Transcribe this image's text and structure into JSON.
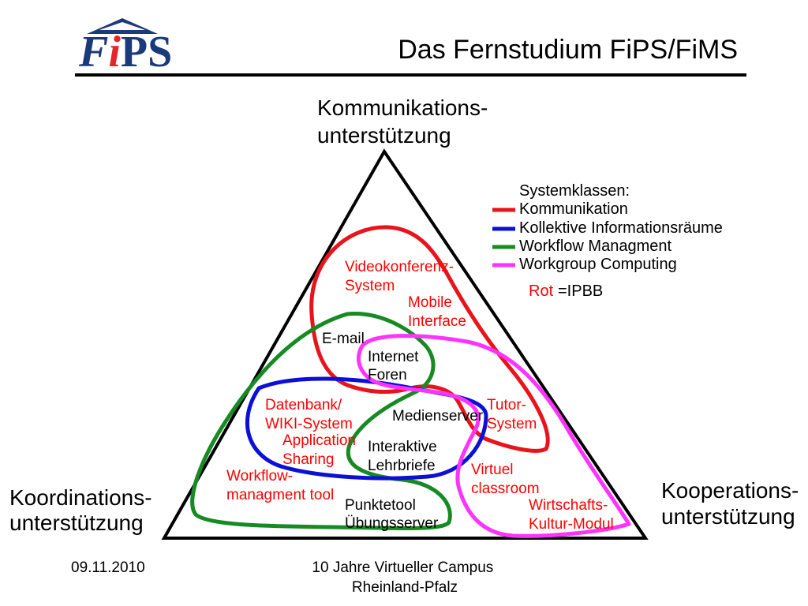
{
  "logo": {
    "part1": "F",
    "part2": "i",
    "part3": "PS",
    "color": "#1b3a7a",
    "accent": "#e3262d"
  },
  "title": "Das Fernstudium FiPS/FiMS",
  "corners": {
    "top": {
      "line1": "Kommunikations-",
      "line2": "unterstützung"
    },
    "left": {
      "line1": "Koordinations-",
      "line2": "unterstützung"
    },
    "right": {
      "line1": "Kooperations-",
      "line2": "unterstützung"
    }
  },
  "legend": {
    "heading": "Systemklassen:",
    "items": [
      {
        "label": "Kommunikation",
        "color": "#e8141b"
      },
      {
        "label": "Kollektive Informationsräume",
        "color": "#0c10d6"
      },
      {
        "label": "Workflow Managment",
        "color": "#178a24"
      },
      {
        "label": "Workgroup Computing",
        "color": "#ff33ff"
      }
    ],
    "note": {
      "highlight": "Rot",
      "highlight_color": "#ff0000",
      "text": "=IPBB"
    }
  },
  "labels": [
    {
      "lines": [
        "Videokonferenz-",
        "System"
      ],
      "color": "#ff0000"
    },
    {
      "lines": [
        "Mobile",
        "Interface"
      ],
      "color": "#ff0000"
    },
    {
      "lines": [
        "E-mail"
      ],
      "color": "#000000"
    },
    {
      "lines": [
        "Internet",
        "Foren"
      ],
      "color": "#000000"
    },
    {
      "lines": [
        "Datenbank/",
        "WIKI-System"
      ],
      "color": "#ff0000"
    },
    {
      "lines": [
        "Medienserver"
      ],
      "color": "#000000"
    },
    {
      "lines": [
        "Tutor-",
        "System"
      ],
      "color": "#ff0000"
    },
    {
      "lines": [
        "Application",
        "Sharing"
      ],
      "color": "#ff0000"
    },
    {
      "lines": [
        "Interaktive",
        "Lehrbriefe"
      ],
      "color": "#000000"
    },
    {
      "lines": [
        "Virtuel",
        "classroom"
      ],
      "color": "#ff0000"
    },
    {
      "lines": [
        "Workflow-",
        "managment tool"
      ],
      "color": "#ff0000"
    },
    {
      "lines": [
        "Punktetool",
        "Übungsserver"
      ],
      "color": "#000000"
    },
    {
      "lines": [
        "Wirtschafts-",
        "Kultur-Modul"
      ],
      "color": "#ff0000"
    }
  ],
  "footer": {
    "date": "09.11.2010",
    "event_line1": "10 Jahre Virtueller Campus",
    "event_line2": "Rheinland-Pfalz"
  }
}
